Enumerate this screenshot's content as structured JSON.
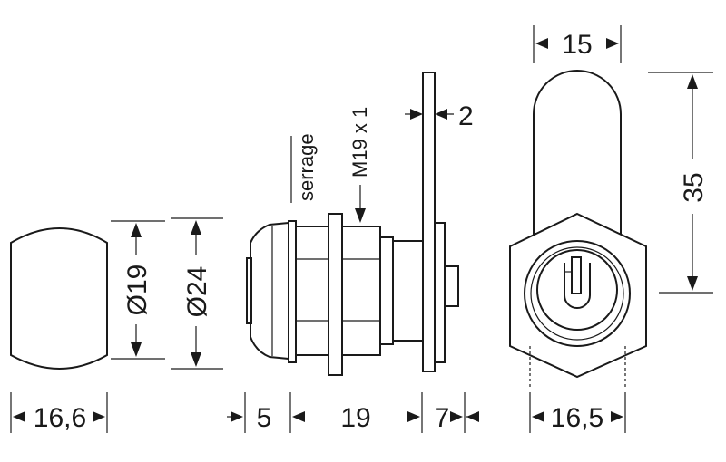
{
  "dimensions": {
    "front_width": "16,6",
    "dia_inner": "Ø19",
    "dia_outer": "Ø24",
    "length_a": "5",
    "length_b": "19",
    "length_c": "7",
    "plate_thickness": "2",
    "thread": "M19 x 1",
    "serrage": "serrage",
    "cam_width": "15",
    "cam_length": "35",
    "hex_width": "16,5"
  },
  "colors": {
    "line": "#1a1a1a",
    "background": "#ffffff"
  }
}
